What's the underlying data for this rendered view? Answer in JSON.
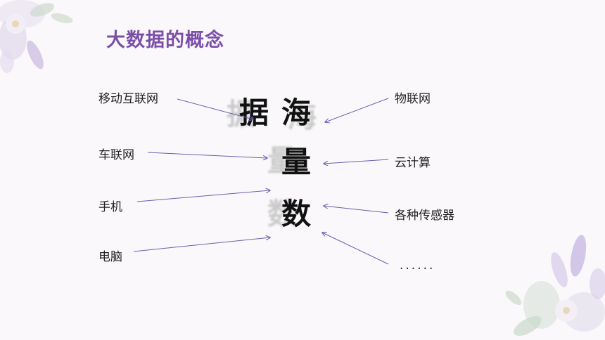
{
  "slide": {
    "title": "大数据的概念",
    "left_sources": [
      "移动互联网",
      "车联网",
      "手机",
      "电脑"
    ],
    "right_sources": [
      "物联网",
      "云计算",
      "各种传感器",
      "......"
    ],
    "center_chars": [
      "据",
      "海",
      "量",
      "数"
    ],
    "colors": {
      "title": "#7b4fa8",
      "arrow": "#6a5fb0",
      "text": "#222222"
    }
  }
}
